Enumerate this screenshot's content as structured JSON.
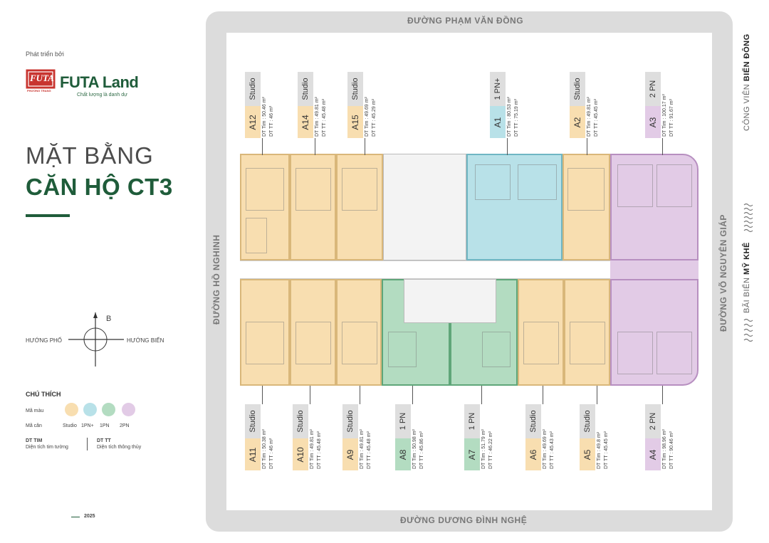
{
  "left": {
    "developer_label": "Phát triển bởi",
    "logo_mark": "FUTA",
    "logo_sub": "PHƯƠNG TRANG",
    "brand_1": "FUTA",
    "brand_2": " Land",
    "slogan": "Chất lượng là danh dự",
    "title_1": "MẶT BẰNG",
    "title_2": "CĂN HỘ CT3",
    "compass": {
      "north": "B",
      "west": "HƯỚNG PHỐ",
      "east": "HƯỚNG BIỂN"
    },
    "legend": {
      "title": "CHÚ THÍCH",
      "color_label": "Mã màu",
      "unit_label": "Mã căn",
      "items": [
        {
          "name": "Studio",
          "color": "#f8deb0"
        },
        {
          "name": "1PN+",
          "color": "#b8e1e8"
        },
        {
          "name": "1PN",
          "color": "#b3dcc1"
        },
        {
          "name": "2PN",
          "color": "#e2cbe6"
        }
      ],
      "dt_tim_code": "DT TIM",
      "dt_tim_desc": "Diện tích tim tường",
      "dt_tt_code": "DT TT",
      "dt_tt_desc": "Diện tích thông thủy"
    },
    "year": "2025"
  },
  "roads": {
    "top": "ĐƯỜNG PHẠM VĂN ĐỒNG",
    "bottom": "ĐƯỜNG DƯƠNG ĐÌNH NGHỆ",
    "left": "ĐƯỜNG HỒ NGHINH",
    "right": "ĐƯỜNG VÕ NGUYÊN GIÁP"
  },
  "right_side": {
    "park_prefix": "CÔNG VIÊN ",
    "park_name": "BIỂN ĐÔNG",
    "beach_prefix": "BÃI BIỂN ",
    "beach_name": "MỸ KHÊ"
  },
  "colors": {
    "studio": "#f8deb0",
    "pn_plus": "#b8e1e8",
    "pn1": "#b3dcc1",
    "pn2": "#e2cbe6",
    "brand_green": "#1f5c3a"
  },
  "units_top": [
    {
      "code": "A12",
      "type": "Studio",
      "color": "#f8deb0",
      "tim": "DT Tim  : 50.46 m²",
      "tt": "DT TT    : 46   m²"
    },
    {
      "code": "A14",
      "type": "Studio",
      "color": "#f8deb0",
      "tim": "DT Tim  : 49.81 m²",
      "tt": "DT TT    : 45.48 m²"
    },
    {
      "code": "A15",
      "type": "Studio",
      "color": "#f8deb0",
      "tim": "DT Tim  : 49.69 m²",
      "tt": "DT TT    : 45.29 m²"
    },
    {
      "code": "A1",
      "type": "1 PN+",
      "color": "#b8e1e8",
      "tim": "DT Tim  : 80.53 m²",
      "tt": "DT TT    : 75.19 m²"
    },
    {
      "code": "A2",
      "type": "Studio",
      "color": "#f8deb0",
      "tim": "DT Tim  : 49.81 m²",
      "tt": "DT TT    : 45.45 m²"
    },
    {
      "code": "A3",
      "type": "2 PN",
      "color": "#e2cbe6",
      "tim": "DT Tim  : 100.17 m²",
      "tt": "DT TT    : 91.67 m²"
    }
  ],
  "units_bottom": [
    {
      "code": "A11",
      "type": "Studio",
      "color": "#f8deb0",
      "tim": "DT Tim  : 50.38 m²",
      "tt": "DT TT    : 46   m²"
    },
    {
      "code": "A10",
      "type": "Studio",
      "color": "#f8deb0",
      "tim": "DT Tim  : 49.81 m²",
      "tt": "DT TT    : 45.48 m²"
    },
    {
      "code": "A9",
      "type": "Studio",
      "color": "#f8deb0",
      "tim": "DT Tim  : 49.81 m²",
      "tt": "DT TT    : 45.48 m²"
    },
    {
      "code": "A8",
      "type": "1 PN",
      "color": "#b3dcc1",
      "tim": "DT Tim  : 50.98 m²",
      "tt": "DT TT    : 45.86 m²"
    },
    {
      "code": "A7",
      "type": "1 PN",
      "color": "#b3dcc1",
      "tim": "DT Tim  : 51.79 m²",
      "tt": "DT TT    : 46.22 m²"
    },
    {
      "code": "A6",
      "type": "Studio",
      "color": "#f8deb0",
      "tim": "DT Tim  : 49.69 m²",
      "tt": "DT TT    : 45.43 m²"
    },
    {
      "code": "A5",
      "type": "Studio",
      "color": "#f8deb0",
      "tim": "DT Tim  : 49.8   m²",
      "tt": "DT TT    : 45.45 m²"
    },
    {
      "code": "A4",
      "type": "2 PN",
      "color": "#e2cbe6",
      "tim": "DT Tim  : 98.96 m²",
      "tt": "DT TT    : 90.46 m²"
    }
  ]
}
